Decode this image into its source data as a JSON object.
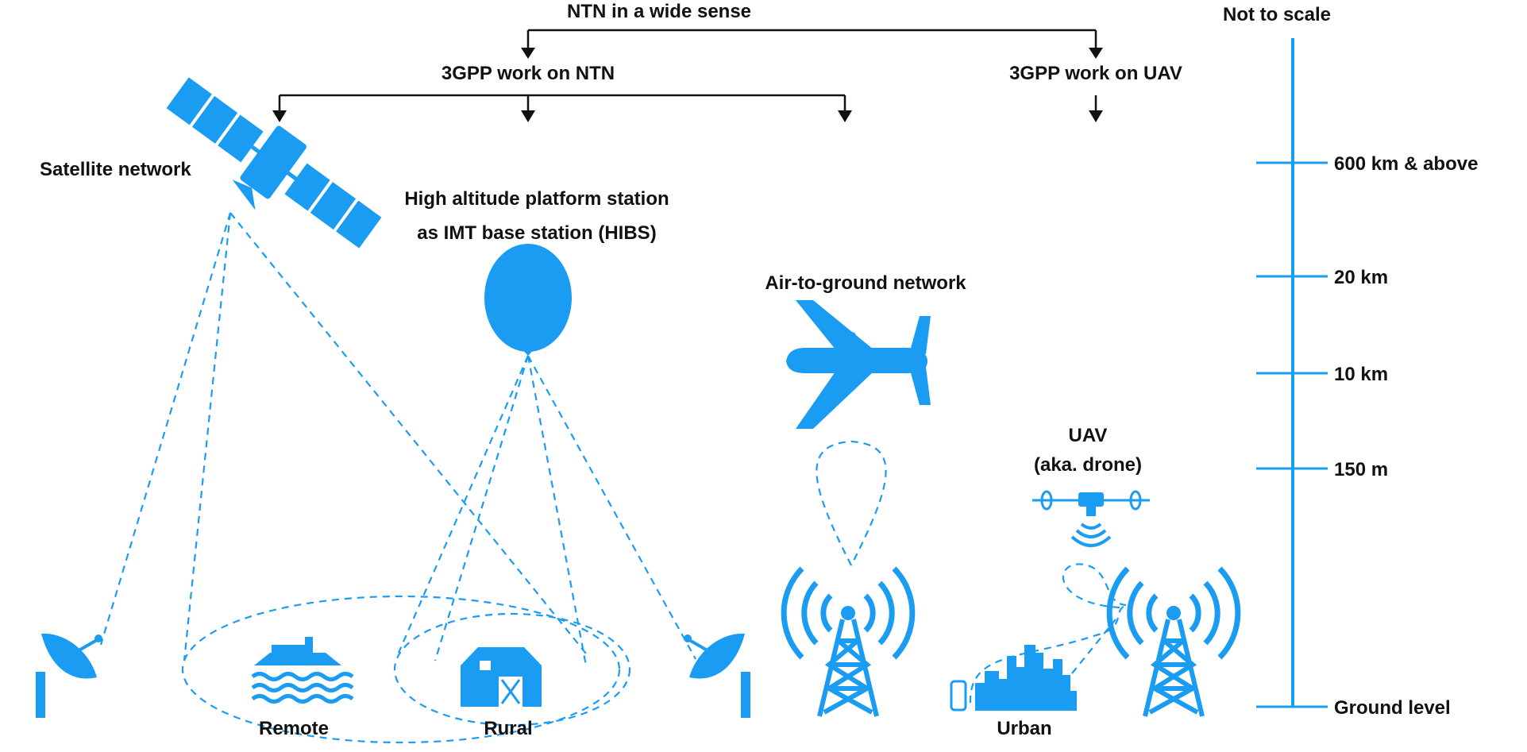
{
  "hierarchy": {
    "top": "NTN in a wide sense",
    "ntn": "3GPP work on NTN",
    "uav": "3GPP work on UAV"
  },
  "scale": {
    "note": "Not to scale",
    "levels": [
      "600 km & above",
      "20 km",
      "10 km",
      "150 m",
      "Ground level"
    ]
  },
  "labels": {
    "satellite": "Satellite network",
    "hibs_line1": "High altitude platform station",
    "hibs_line2": "as IMT base station (HIBS)",
    "a2g": "Air-to-ground network",
    "uav_line1": "UAV",
    "uav_line2": "(aka. drone)",
    "remote": "Remote",
    "rural": "Rural",
    "urban": "Urban"
  },
  "colors": {
    "accent": "#1a9cf2",
    "text": "#111111"
  }
}
